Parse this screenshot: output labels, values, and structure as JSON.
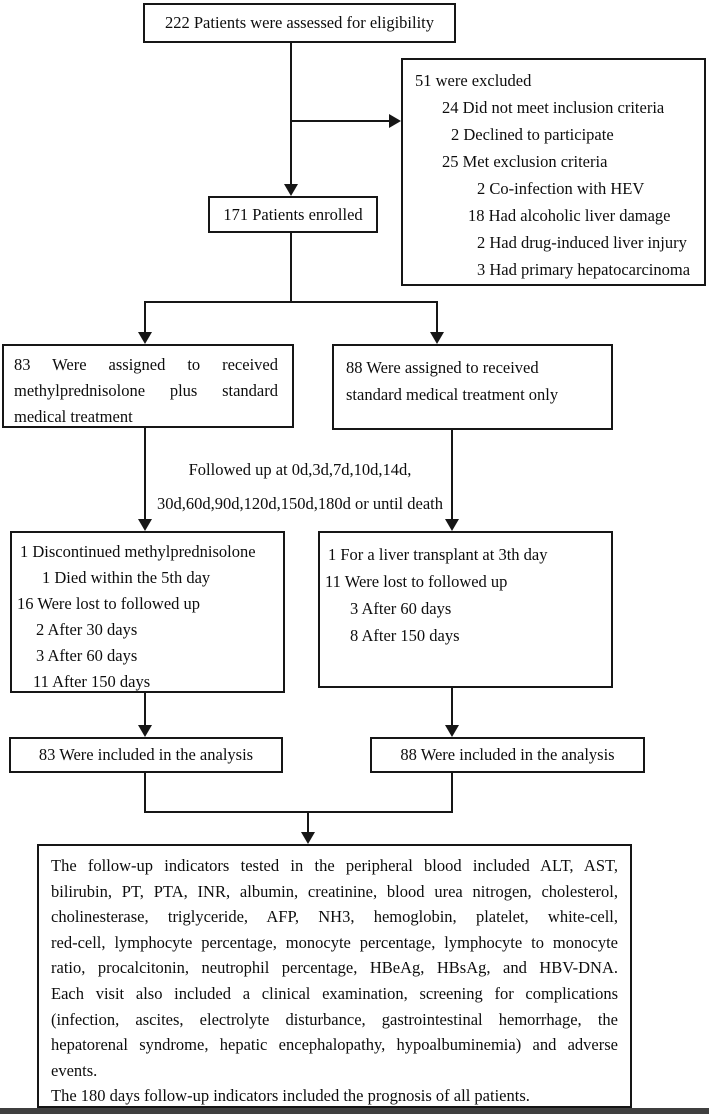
{
  "flow": {
    "assessed": "222 Patients were assessed for eligibility",
    "excluded_lines": [
      "51 were excluded",
      "24 Did not meet inclusion criteria",
      "2 Declined to participate",
      "25 Met exclusion criteria",
      "2 Co-infection with HEV",
      "18 Had alcoholic liver damage",
      "2 Had drug-induced liver injury",
      "3 Had primary hepatocarcinoma"
    ],
    "enrolled": "171 Patients enrolled",
    "arm_left_lines": [
      "83 Were assigned to received",
      "methylprednisolone plus standard",
      "medical treatment"
    ],
    "arm_right_lines": [
      "88 Were assigned to received",
      "standard medical treatment only"
    ],
    "followup_note_lines": [
      "Followed up at 0d,3d,7d,10d,14d,",
      "30d,60d,90d,120d,150d,180d or until death"
    ],
    "dropout_left_lines": [
      "1 Discontinued methylprednisolone",
      "1 Died within the 5th day",
      "16 Were lost to followed up",
      "2 After 30 days",
      "3 After 60 days",
      "11 After 150 days"
    ],
    "dropout_right_lines": [
      "1 For a liver transplant at 3th day",
      "11 Were lost to followed up",
      "3 After 60 days",
      "8 After 150 days"
    ],
    "analysis_left": "83 Were included in the analysis",
    "analysis_right": "88 Were included in the analysis",
    "indicators_lines": [
      "The follow-up indicators tested in the peripheral blood included ALT, AST,",
      "bilirubin, PT, PTA, INR, albumin, creatinine, blood urea nitrogen, cholesterol,",
      "cholinesterase, triglyceride, AFP, NH3, hemoglobin, platelet, white-cell,",
      "red-cell, lymphocyte percentage, monocyte percentage, lymphocyte to monocyte",
      "ratio, procalcitonin, neutrophil percentage, HBeAg, HBsAg, and HBV-DNA.",
      "Each visit also included a clinical examination, screening for complications",
      "(infection, ascites, electrolyte disturbance, gastrointestinal hemorrhage, the",
      "hepatorenal syndrome, hepatic encephalopathy, hypoalbuminemia) and adverse",
      "events.",
      "The 180 days follow-up indicators included the prognosis of all patients."
    ]
  },
  "colors": {
    "line": "#161616",
    "background": "#ffffff",
    "bottom_bar": "#3f3f3f"
  }
}
